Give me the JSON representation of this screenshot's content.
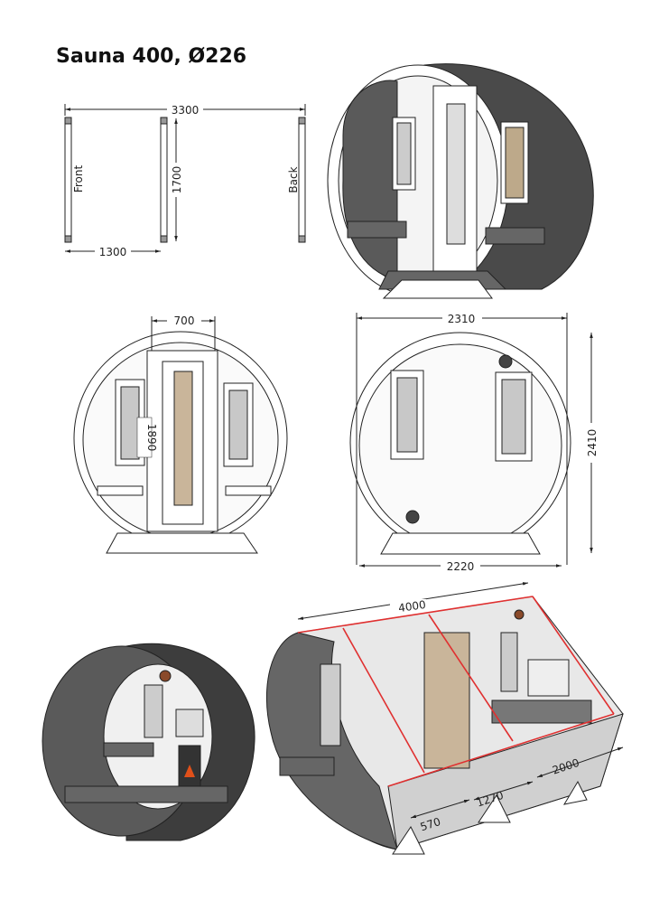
{
  "title": "Sauna 400, Ø226",
  "foundation_plan": {
    "overall_length": "3300",
    "front_spacing": "1300",
    "beam_length": "1700",
    "label_front": "Front",
    "label_back": "Back"
  },
  "front_elevation": {
    "door_width": "700",
    "door_height": "1890"
  },
  "back_elevation": {
    "top_width": "2310",
    "height": "2410",
    "base_width": "2220"
  },
  "cutaway_isometric": {
    "length": "4000",
    "section_1": "570",
    "section_2": "1270",
    "section_3": "2000"
  },
  "colors": {
    "line": "#222222",
    "glass": "#c8c8c8",
    "door_glass": "#c9b59a",
    "dim_red": "#e03030",
    "slat_dark": "#555555"
  }
}
